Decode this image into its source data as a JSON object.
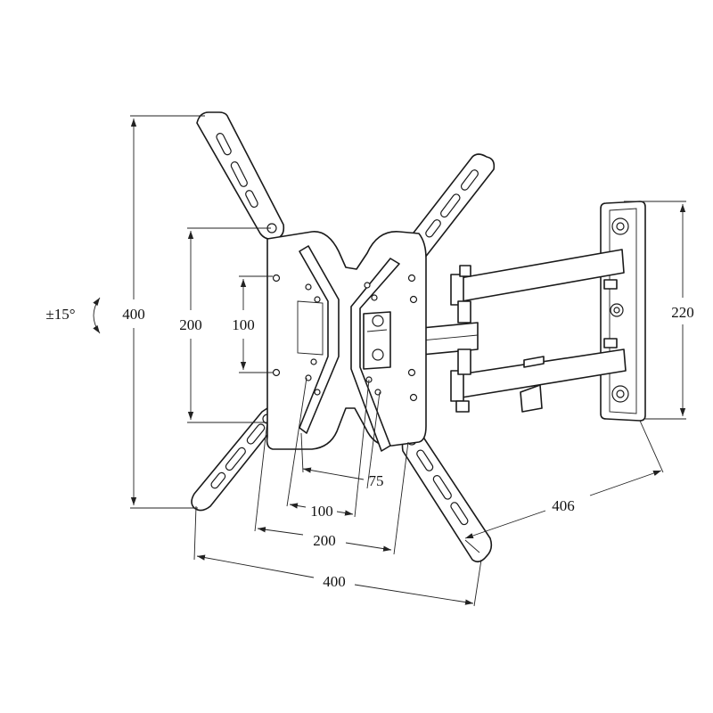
{
  "diagram": {
    "dimensions": {
      "total_height": "400",
      "vesa_vertical_large": "200",
      "vesa_vertical_small": "100",
      "tilt": "±15°",
      "wall_plate_height": "220",
      "extension": "406",
      "vesa_horizontal_small": "75",
      "vesa_horizontal_mid": "100",
      "vesa_horizontal_large": "200",
      "total_width": "400"
    },
    "colors": {
      "line": "#1a1a1a",
      "background": "#ffffff"
    }
  }
}
